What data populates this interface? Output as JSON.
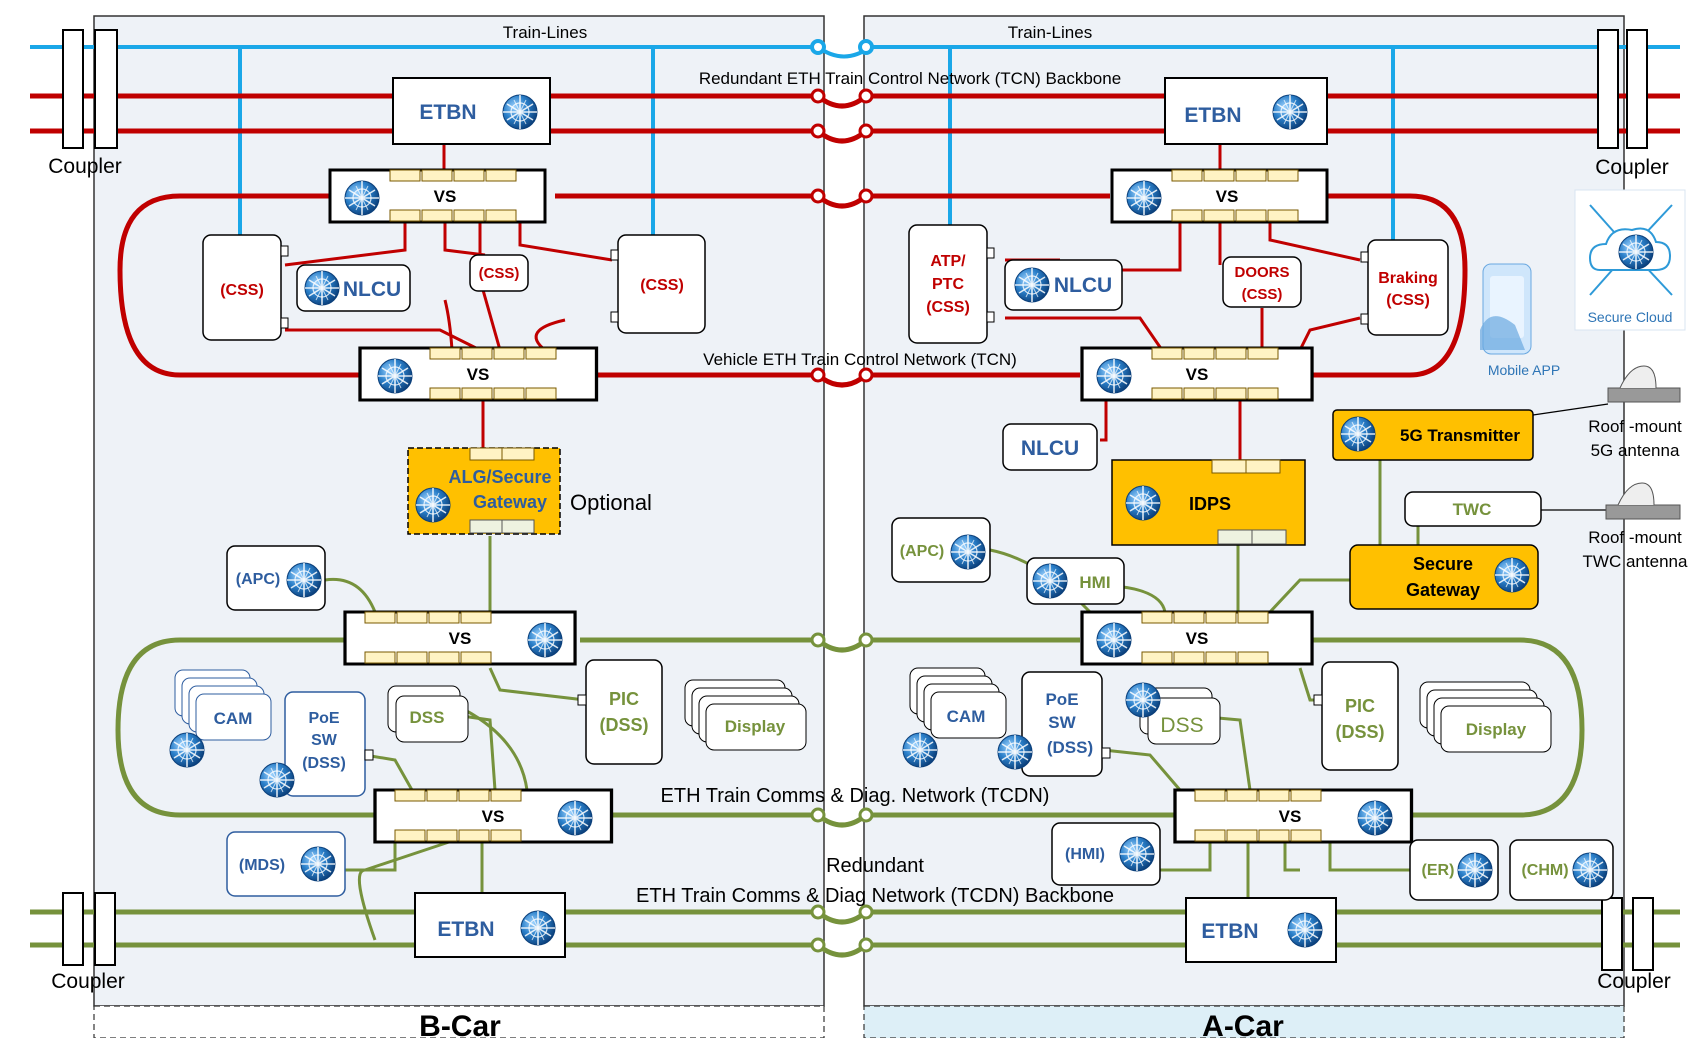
{
  "train_lines": [
    "Train-Lines",
    "Train-Lines"
  ],
  "tcn_backbone": "Redundant ETH Train Control Network (TCN) Backbone",
  "vehicle_tcn": "Vehicle ETH Train Control Network (TCN)",
  "tcdn_network": "ETH Train Comms & Diag. Network (TCDN)",
  "tcdn_backbone_line1": "Redundant",
  "tcdn_backbone_line2": "ETH Train Comms & Diag Network (TCDN) Backbone",
  "coupler": "Coupler",
  "cars": [
    "B-Car",
    "A-Car"
  ],
  "etbn": "ETBN",
  "vs": "VS",
  "b_car": {
    "css": "(CSS)",
    "nlcu": "NLCU",
    "alg_gateway_line1": "ALG/Secure",
    "alg_gateway_line2": "Gateway",
    "optional": "Optional",
    "apc": "(APC)",
    "cam": "CAM",
    "poe_line1": "PoE",
    "poe_line2": "SW",
    "poe_line3": "(DSS)",
    "dss": "DSS",
    "pic_line1": "PIC",
    "pic_line2": "(DSS)",
    "display": "Display",
    "mds": "(MDS)"
  },
  "a_car": {
    "atp_line1": "ATP/",
    "atp_line2": "PTC",
    "atp_line3": "(CSS)",
    "nlcu": "NLCU",
    "doors_line1": "DOORS",
    "doors_line2": "(CSS)",
    "braking_line1": "Braking",
    "braking_line2": "(CSS)",
    "idps": "IDPS",
    "transmitter_5g": "5G Transmitter",
    "twc": "TWC",
    "secure_gateway_line1": "Secure",
    "secure_gateway_line2": "Gateway",
    "apc": "(APC)",
    "hmi": "HMI",
    "cam": "CAM",
    "poe_line1": "PoE",
    "poe_line2": "SW",
    "poe_line3": "(DSS)",
    "dss": "DSS",
    "pic_line1": "PIC",
    "pic_line2": "(DSS)",
    "display": "Display",
    "hmi_paren": "(HMI)",
    "er": "(ER)",
    "chm": "(CHM)"
  },
  "mobile_app": "Mobile APP",
  "secure_cloud": "Secure Cloud",
  "roof_5g_line1": "Roof -mount",
  "roof_5g_line2": "5G antenna",
  "roof_twc_line1": "Roof -mount",
  "roof_twc_line2": "TWC antenna",
  "colors": {
    "train_line": "#1aa7e8",
    "tcn": "#c00000",
    "tcdn": "#76923c",
    "orange": "#ffc000",
    "blue_text": "#2e5d9f",
    "red_text": "#c00000",
    "green_text": "#76923c",
    "car_bg": "#eef2f7"
  }
}
